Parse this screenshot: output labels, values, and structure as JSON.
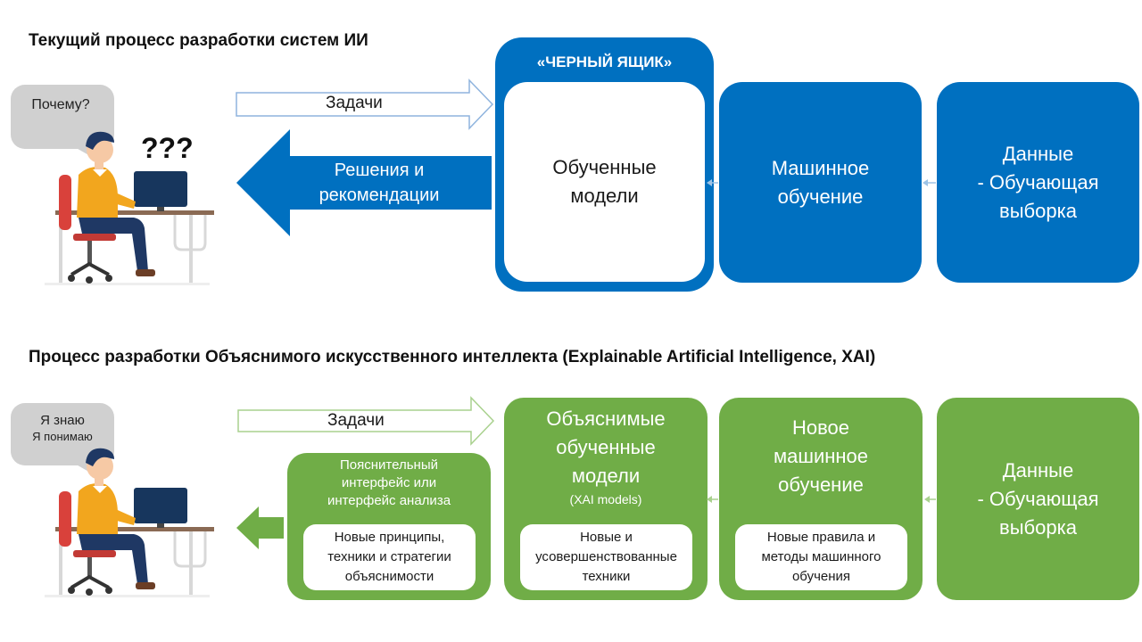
{
  "top": {
    "title": "Текущий процесс разработки систем ИИ",
    "bubble": "Почему?",
    "question_marks": "???",
    "arrow_tasks": "Задачи",
    "arrow_solutions_line1": "Решения и",
    "arrow_solutions_line2": "рекомендации",
    "black_box_title": "«ЧЕРНЫЙ ЯЩИК»",
    "trained_models_line1": "Обученные",
    "trained_models_line2": "модели",
    "ml_line1": "Машинное",
    "ml_line2": "обучение",
    "data_line1": "Данные",
    "data_line2": "- Обучающая",
    "data_line3": "выборка"
  },
  "bottom": {
    "title": "Процесс разработки Объяснимого искусственного интеллекта (Explainable Artificial Intelligence, XAI)",
    "bubble_line1": "Я знаю",
    "bubble_line2": "Я понимаю",
    "arrow_tasks": "Задачи",
    "interface_line1": "Пояснительный",
    "interface_line2": "интерфейс или",
    "interface_line3": "интерфейс анализа",
    "interface_inner_line1": "Новые принципы,",
    "interface_inner_line2": "техники и стратегии",
    "interface_inner_line3": "объяснимости",
    "xai_line1": "Объяснимые",
    "xai_line2": "обученные",
    "xai_line3": "модели",
    "xai_sub": "(XAI models)",
    "xai_inner_line1": "Новые и",
    "xai_inner_line2": "усовершенствованные",
    "xai_inner_line3": "техники",
    "newml_line1": "Новое",
    "newml_line2": "машинное",
    "newml_line3": "обучение",
    "newml_inner_line1": "Новые правила и",
    "newml_inner_line2": "методы машинного",
    "newml_inner_line3": "обучения",
    "data_line1": "Данные",
    "data_line2": "- Обучающая",
    "data_line3": "выборка"
  },
  "colors": {
    "blue": "#0070c0",
    "green": "#70ad47",
    "bubble": "#d0d0d0"
  }
}
